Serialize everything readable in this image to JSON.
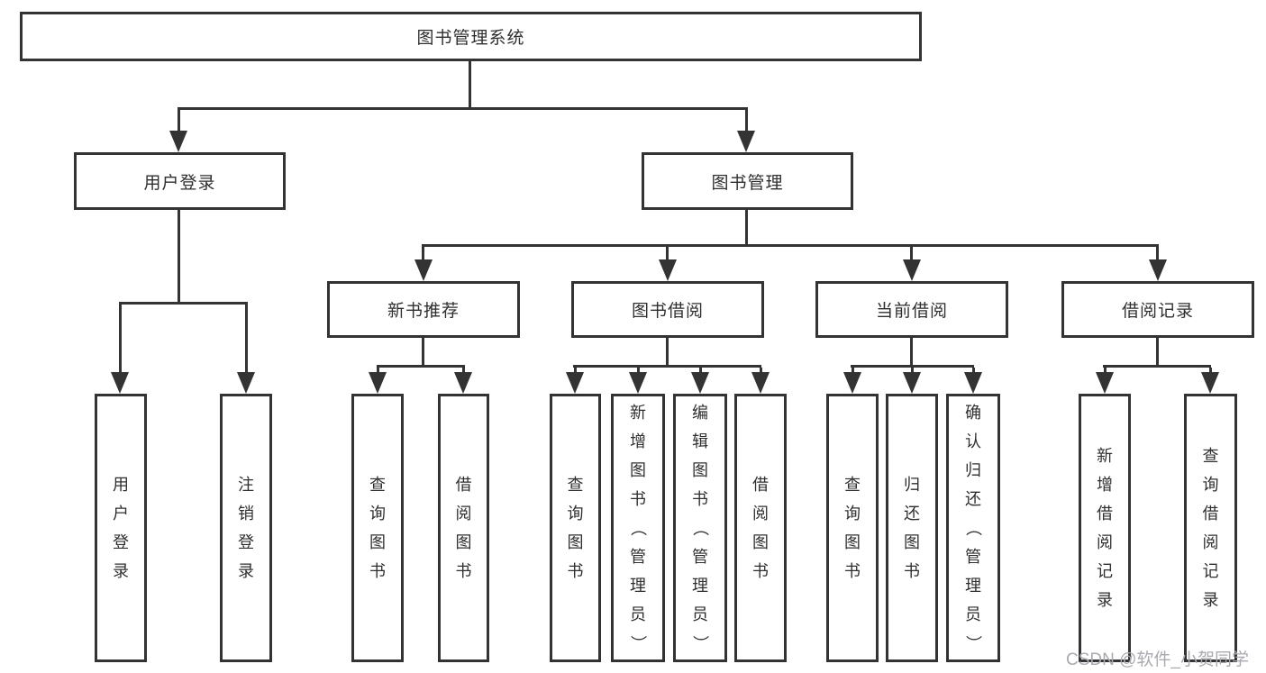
{
  "diagram": {
    "root": {
      "label": "图书管理系统"
    },
    "branches": [
      {
        "label": "用户登录",
        "children": [
          {
            "label": "用户登录"
          },
          {
            "label": "注销登录"
          }
        ]
      },
      {
        "label": "图书管理",
        "children": [
          {
            "label": "新书推荐",
            "children": [
              {
                "label": "查询图书"
              },
              {
                "label": "借阅图书"
              }
            ]
          },
          {
            "label": "图书借阅",
            "children": [
              {
                "label": "查询图书"
              },
              {
                "label": "新增图书（管理员）"
              },
              {
                "label": "编辑图书（管理员）"
              },
              {
                "label": "借阅图书"
              }
            ]
          },
          {
            "label": "当前借阅",
            "children": [
              {
                "label": "查询图书"
              },
              {
                "label": "归还图书"
              },
              {
                "label": "确认归还（管理员）"
              }
            ]
          },
          {
            "label": "借阅记录",
            "children": [
              {
                "label": "新增借阅记录"
              },
              {
                "label": "查询借阅记录"
              }
            ]
          }
        ]
      }
    ]
  },
  "watermark": {
    "text": "CSDN @软件_小贺同学"
  },
  "colors": {
    "line": "#333333",
    "text": "#2f2f2f",
    "watermark": "#a9a9b0",
    "background": "#ffffff"
  }
}
